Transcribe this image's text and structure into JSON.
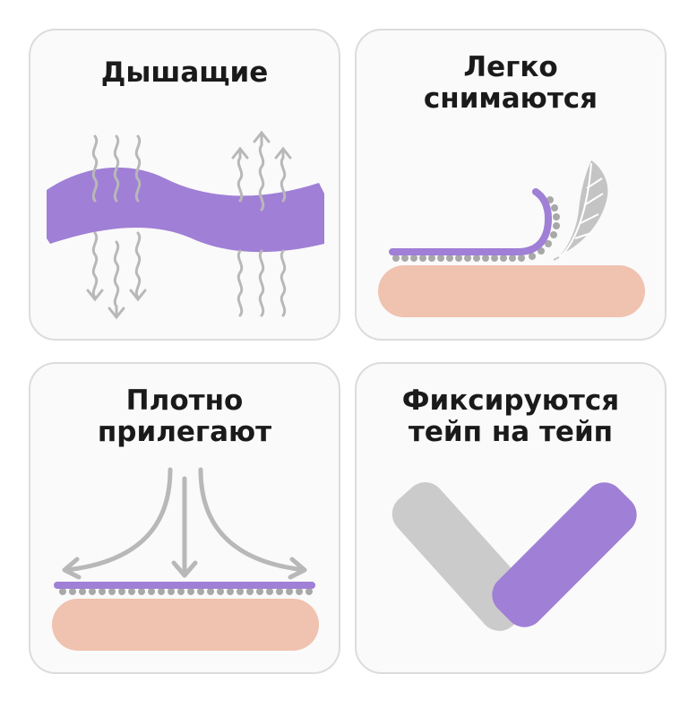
{
  "cards": [
    {
      "id": "breathable",
      "title_lines": [
        "Дышащие"
      ],
      "icon": "breathable-wave-icon"
    },
    {
      "id": "easy-remove",
      "title_lines": [
        "Легко",
        "снимаются"
      ],
      "icon": "peel-feather-icon"
    },
    {
      "id": "tight-fit",
      "title_lines": [
        "Плотно",
        "прилегают"
      ],
      "icon": "pressure-arrows-icon"
    },
    {
      "id": "tape-on-tape",
      "title_lines": [
        "Фиксируются",
        "тейп на тейп"
      ],
      "icon": "crossed-tapes-icon"
    }
  ],
  "colors": {
    "tape": "#a07fd6",
    "skin": "#f0c2b0",
    "arrows": "#b8b8b8",
    "dots": "#a8a8a8",
    "gray_tape": "#cbcbcb",
    "card_border": "#dcdcdc",
    "text": "#1a1a1a"
  }
}
